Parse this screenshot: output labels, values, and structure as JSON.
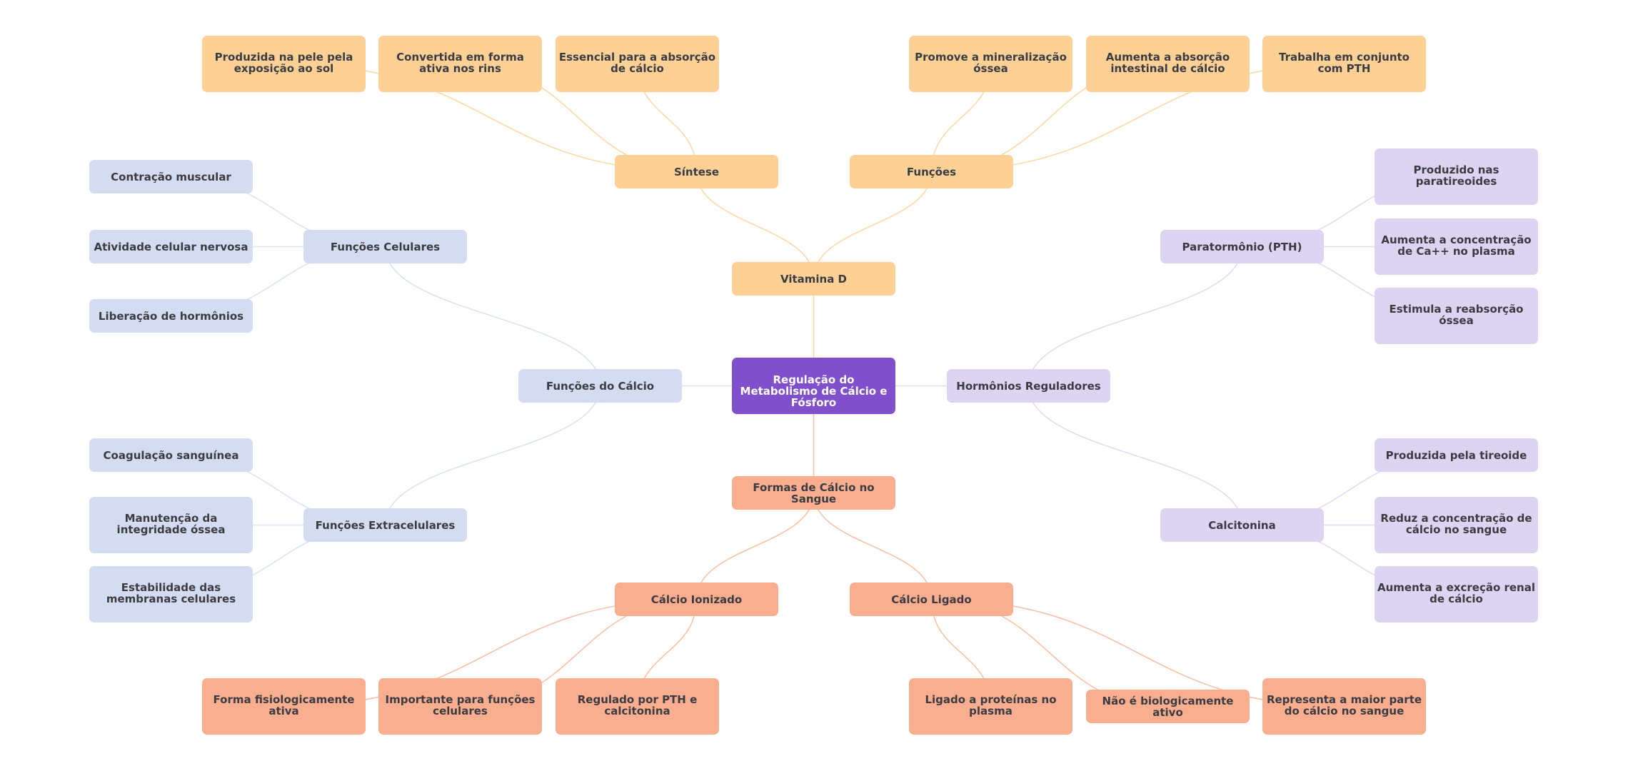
{
  "title": "Regulação do Metabolismo de Cálcio e Fósforo",
  "colors": {
    "root": "#7f4fcc",
    "vitamin_d": "#fdd196",
    "blood_forms": "#f9ae90",
    "calcium_functions": "#d4dcf2",
    "hormones": "#dcd4f1",
    "text": "#3b3b42",
    "edge_orange": "#fdd9a8",
    "edge_peach": "#f9c1a8",
    "edge_blue": "#dbe2f4",
    "edge_lav": "#e1daf4"
  },
  "nodes": {
    "root": "Regulação do Metabolismo de Cálcio e Fósforo",
    "vitamina_d": "Vitamina D",
    "sintese": "Síntese",
    "sintese_1": "Produzida na pele pela exposição ao sol",
    "sintese_2": "Convertida em forma ativa nos rins",
    "sintese_3": "Essencial para a absorção de cálcio",
    "funcoes": "Funções",
    "funcoes_1": "Promove a mineralização óssea",
    "funcoes_2": "Aumenta a absorção intestinal de cálcio",
    "funcoes_3": "Trabalha em conjunto com PTH",
    "funcoes_calcio": "Funções do Cálcio",
    "celulares": "Funções Celulares",
    "celulares_1": "Contração muscular",
    "celulares_2": "Atividade celular nervosa",
    "celulares_3": "Liberação de hormônios",
    "extracelulares": "Funções Extracelulares",
    "extracelulares_1": "Coagulação sanguínea",
    "extracelulares_2": "Manutenção da integridade óssea",
    "extracelulares_3": "Estabilidade das membranas celulares",
    "hormonios": "Hormônios Reguladores",
    "pth": "Paratormônio (PTH)",
    "pth_1": "Produzido nas paratireoides",
    "pth_2": "Aumenta a concentração de Ca++ no plasma",
    "pth_3": "Estimula a reabsorção óssea",
    "calcitonina": "Calcitonina",
    "calcitonina_1": "Produzida pela tireoide",
    "calcitonina_2": "Reduz a concentração de cálcio no sangue",
    "calcitonina_3": "Aumenta a excreção renal de cálcio",
    "formas": "Formas de Cálcio no Sangue",
    "ionizado": "Cálcio Ionizado",
    "ionizado_1": "Forma fisiologicamente ativa",
    "ionizado_2": "Importante para funções celulares",
    "ionizado_3": "Regulado por PTH e calcitonina",
    "ligado": "Cálcio Ligado",
    "ligado_1": "Ligado a proteínas no plasma",
    "ligado_2": "Não é biologicamente ativo",
    "ligado_3": "Representa a maior parte do cálcio no sangue"
  },
  "edges": [
    [
      "root",
      "vitamina_d",
      "edge_orange"
    ],
    [
      "vitamina_d",
      "sintese",
      "edge_orange"
    ],
    [
      "vitamina_d",
      "funcoes",
      "edge_orange"
    ],
    [
      "sintese",
      "sintese_1",
      "edge_orange"
    ],
    [
      "sintese",
      "sintese_2",
      "edge_orange"
    ],
    [
      "sintese",
      "sintese_3",
      "edge_orange"
    ],
    [
      "funcoes",
      "funcoes_1",
      "edge_orange"
    ],
    [
      "funcoes",
      "funcoes_2",
      "edge_orange"
    ],
    [
      "funcoes",
      "funcoes_3",
      "edge_orange"
    ],
    [
      "root",
      "funcoes_calcio",
      "edge_blue"
    ],
    [
      "funcoes_calcio",
      "celulares",
      "edge_blue"
    ],
    [
      "funcoes_calcio",
      "extracelulares",
      "edge_blue"
    ],
    [
      "celulares",
      "celulares_1",
      "edge_blue"
    ],
    [
      "celulares",
      "celulares_2",
      "edge_blue"
    ],
    [
      "celulares",
      "celulares_3",
      "edge_blue"
    ],
    [
      "extracelulares",
      "extracelulares_1",
      "edge_blue"
    ],
    [
      "extracelulares",
      "extracelulares_2",
      "edge_blue"
    ],
    [
      "extracelulares",
      "extracelulares_3",
      "edge_blue"
    ],
    [
      "root",
      "hormonios",
      "edge_lav"
    ],
    [
      "hormonios",
      "pth",
      "edge_lav"
    ],
    [
      "hormonios",
      "calcitonina",
      "edge_lav"
    ],
    [
      "pth",
      "pth_1",
      "edge_lav"
    ],
    [
      "pth",
      "pth_2",
      "edge_lav"
    ],
    [
      "pth",
      "pth_3",
      "edge_lav"
    ],
    [
      "calcitonina",
      "calcitonina_1",
      "edge_lav"
    ],
    [
      "calcitonina",
      "calcitonina_2",
      "edge_lav"
    ],
    [
      "calcitonina",
      "calcitonina_3",
      "edge_lav"
    ],
    [
      "root",
      "formas",
      "edge_peach"
    ],
    [
      "formas",
      "ionizado",
      "edge_peach"
    ],
    [
      "formas",
      "ligado",
      "edge_peach"
    ],
    [
      "ionizado",
      "ionizado_1",
      "edge_peach"
    ],
    [
      "ionizado",
      "ionizado_2",
      "edge_peach"
    ],
    [
      "ionizado",
      "ionizado_3",
      "edge_peach"
    ],
    [
      "ligado",
      "ligado_1",
      "edge_peach"
    ],
    [
      "ligado",
      "ligado_2",
      "edge_peach"
    ],
    [
      "ligado",
      "ligado_3",
      "edge_peach"
    ]
  ]
}
